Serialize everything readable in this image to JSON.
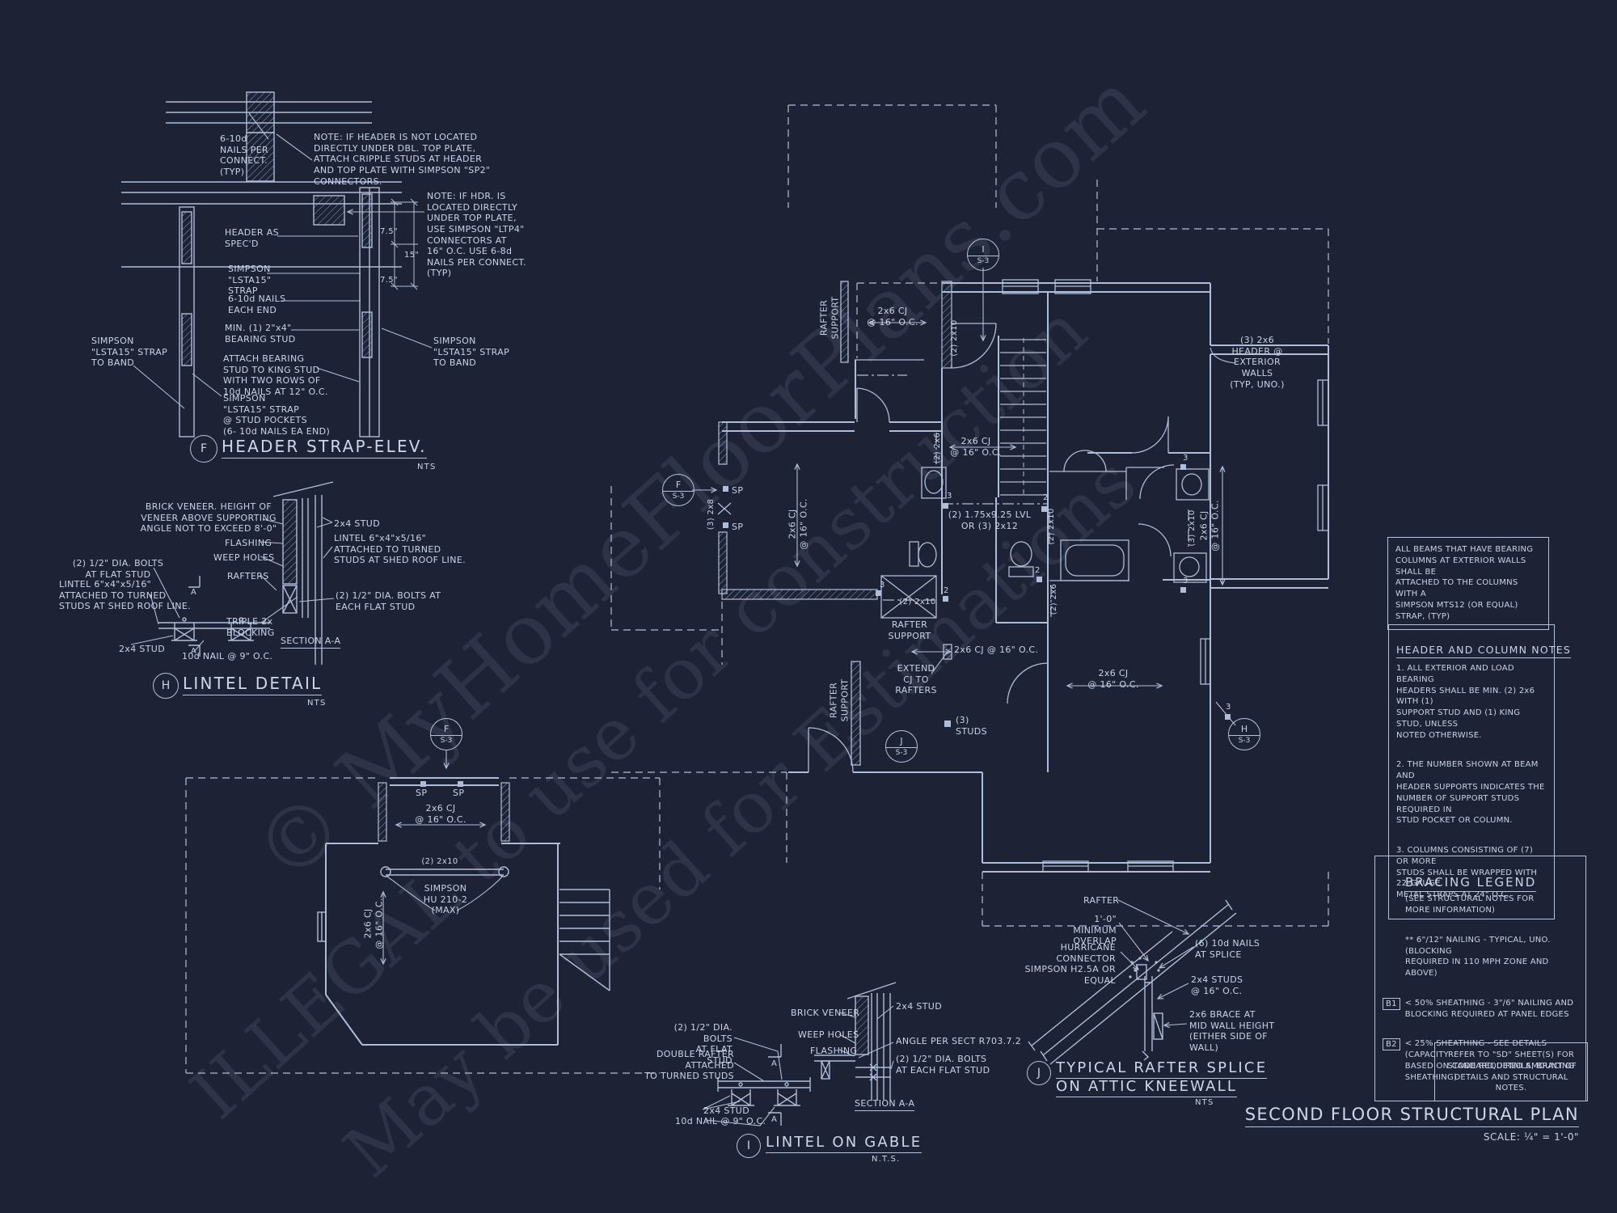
{
  "sheet": {
    "title": "SECOND FLOOR STRUCTURAL PLAN",
    "scale": "SCALE: ¼\" = 1'-0\""
  },
  "watermark": {
    "line1": "© MyHomeFloorPlans.com",
    "line2": "ILLEGAL to use for construction",
    "line3": "May be used for Estimations"
  },
  "notes": {
    "beam_note": "ALL BEAMS THAT HAVE BEARING\nCOLUMNS AT EXTERIOR WALLS SHALL BE\nATTACHED TO THE COLUMNS WITH A\nSIMPSON MTS12 (OR EQUAL) STRAP, (TYP)",
    "header_notes_title": "HEADER AND COLUMN NOTES",
    "header_note_1": "1. ALL EXTERIOR AND LOAD BEARING\nHEADERS SHALL BE MIN. (2) 2x6 WITH (1)\nSUPPORT STUD AND (1) KING STUD, UNLESS\nNOTED OTHERWISE.",
    "header_note_2": "2. THE NUMBER SHOWN AT BEAM AND\nHEADER SUPPORTS INDICATES THE\nNUMBER OF SUPPORT STUDS REQUIRED IN\nSTUD POCKET OR COLUMN.",
    "header_note_3": "3. COLUMNS CONSISTING OF (7) OR MORE\nSTUDS SHALL BE WRAPPED WITH 22-GAUGE\nMETAL STRAPS AT 24\" O.C.",
    "bracing_title": "BRACING LEGEND",
    "bracing_sub": "(SEE STRUCTURAL NOTES FOR\nMORE INFORMATION)",
    "bracing_item0": "** 6\"/12\" NAILING - TYPICAL, UNO. (BLOCKING\nREQUIRED IN 110 MPH ZONE AND ABOVE)",
    "bracing_b1": "B1",
    "bracing_item1": "< 50% SHEATHING - 3\"/6\" NAILING AND\nBLOCKING REQUIRED AT PANEL EDGES",
    "bracing_b2": "B2",
    "bracing_item2": "< 25% SHEATHING - SEE DETAILS (CAPACITY\nBASED ON CODE REQUIRED AMOUNT OF\nSHEATHING)",
    "refer_note": "REFER TO \"SD\"  SHEET(S) FOR\nSTANDARD DETAILS, BRACING\nDETAILS AND STRUCTURAL NOTES."
  },
  "d_f": {
    "tag": "F",
    "title": "HEADER STRAP-ELEV.",
    "scale": "NTS",
    "nails": "6-10d\nNAILS PER\nCONNECT.\n(TYP)",
    "note1": "NOTE: IF HEADER IS NOT LOCATED\nDIRECTLY UNDER DBL. TOP PLATE,\nATTACH CRIPPLE STUDS AT HEADER\nAND TOP PLATE WITH SIMPSON \"SP2\"\nCONNECTORS.",
    "note2": "NOTE: IF HDR. IS\nLOCATED DIRECTLY\nUNDER TOP PLATE,\nUSE SIMPSON \"LTP4\"\nCONNECTORS AT\n16\" O.C.  USE 6-8d\nNAILS PER CONNECT.\n(TYP)",
    "header_as": "HEADER AS\nSPEC'D",
    "strap": "SIMPSON\n\"LSTA15\"\nSTRAP",
    "nails_each": "6-10d NAILS\nEACH END",
    "bearing": "MIN. (1) 2\"x4\"\nBEARING STUD",
    "band_l": "SIMPSON\n\"LSTA15\" STRAP\nTO BAND",
    "attach": "ATTACH BEARING\nSTUD TO KING STUD\nWITH TWO ROWS OF\n10d NAILS AT 12\" O.C.",
    "band_r": "SIMPSON\n\"LSTA15\" STRAP\nTO BAND",
    "pockets": "SIMPSON\n\"LSTA15\" STRAP\n@ STUD POCKETS\n(6- 10d NAILS EA END)",
    "dim_a": "7.5\"",
    "dim_b": "15\"",
    "dim_c": "7.5\""
  },
  "d_h": {
    "tag": "H",
    "title": "LINTEL DETAIL",
    "scale": "NTS",
    "brick": "BRICK VENEER. HEIGHT OF\nVENEER ABOVE SUPPORTING\nANGLE NOT TO EXCEED 8'-0\"",
    "flashing": "FLASHING",
    "weep": "WEEP HOLES",
    "rafters": "RAFTERS",
    "bolts_flat": "(2) 1/2\" DIA. BOLTS\nAT FLAT STUD",
    "lintel_l": "LINTEL 6\"x4\"x5/16\"\nATTACHED TO TURNED\nSTUDS AT SHED ROOF LINE.",
    "stud_r": "2x4 STUD",
    "lintel_r": "LINTEL 6\"x4\"x5/16\"\nATTACHED TO TURNED\nSTUDS AT SHED ROOF LINE.",
    "bolts_each": "(2) 1/2\" DIA. BOLTS AT\nEACH FLAT STUD",
    "triple": "TRIPLE 2x\nBLOCKING",
    "stud_l": "2x4 STUD",
    "nail": "10d NAIL @ 9\" O.C.",
    "section": "SECTION A-A",
    "a": "A"
  },
  "d_j": {
    "tag": "J",
    "title1": "TYPICAL RAFTER SPLICE",
    "title2": "ON ATTIC KNEEWALL",
    "scale": "NTS",
    "rafter": "RAFTER",
    "overlap": "1'-0\" MINIMUM\nOVERLAP",
    "hurricane": "HURRICANE CONNECTOR\nSIMPSON H2.5A OR EQUAL",
    "nails": "(6) 10d NAILS\nAT SPLICE",
    "studs": "2x4 STUDS\n@ 16\" O.C.",
    "brace": "2x6 BRACE AT\nMID WALL HEIGHT\n(EITHER SIDE OF\nWALL)"
  },
  "d_i": {
    "tag": "I",
    "title": "LINTEL ON GABLE",
    "scale": "N.T.S.",
    "bolts_flat": "(2) 1/2\" DIA. BOLTS\nAT FLAT STUD",
    "double_rafter": "DOUBLE RAFTER ATTACHED\nTO TURNED STUDS",
    "stud": "2x4 STUD",
    "nail": "10d NAIL @ 9\" O.C.",
    "brick": "BRICK VENEER",
    "weep": "WEEP HOLES",
    "flashing": "FLASHING",
    "stud2": "2x4 STUD",
    "angle": "ANGLE PER SECT R703.7.2",
    "bolts_each": "(2) 1/2\" DIA. BOLTS\nAT EACH FLAT STUD",
    "section": "SECTION A-A",
    "a": "A"
  },
  "plan": {
    "s3": "S-3",
    "tag_i": "I",
    "tag_f": "F",
    "tag_j": "J",
    "tag_h": "H",
    "rafter_support": "RAFTER\nSUPPORT",
    "cj2": "2x6 CJ\n@ 16\" O.C.",
    "cj1l": "2x6 CJ @ 16\" O.C.",
    "b2x10": "(2) 2x10",
    "b2x6": "(2) 2x6",
    "b3x8": "(3) 2x8",
    "b3x10": "(3) 2x10",
    "lvl": "(2) 1.75x9.25 LVL\nOR (3) 2x12",
    "extend": "EXTEND\nCJ TO\nRAFTERS",
    "studs3": "(3)\nSTUDS",
    "hdr_ext": "(3) 2x6\nHEADER @\nEXTERIOR\nWALLS\n(TYP, UNO.)",
    "sp": "SP",
    "n2": "2",
    "n3": "3",
    "simpson_hu": "SIMPSON\nHU 210-2\n(MAX)"
  }
}
